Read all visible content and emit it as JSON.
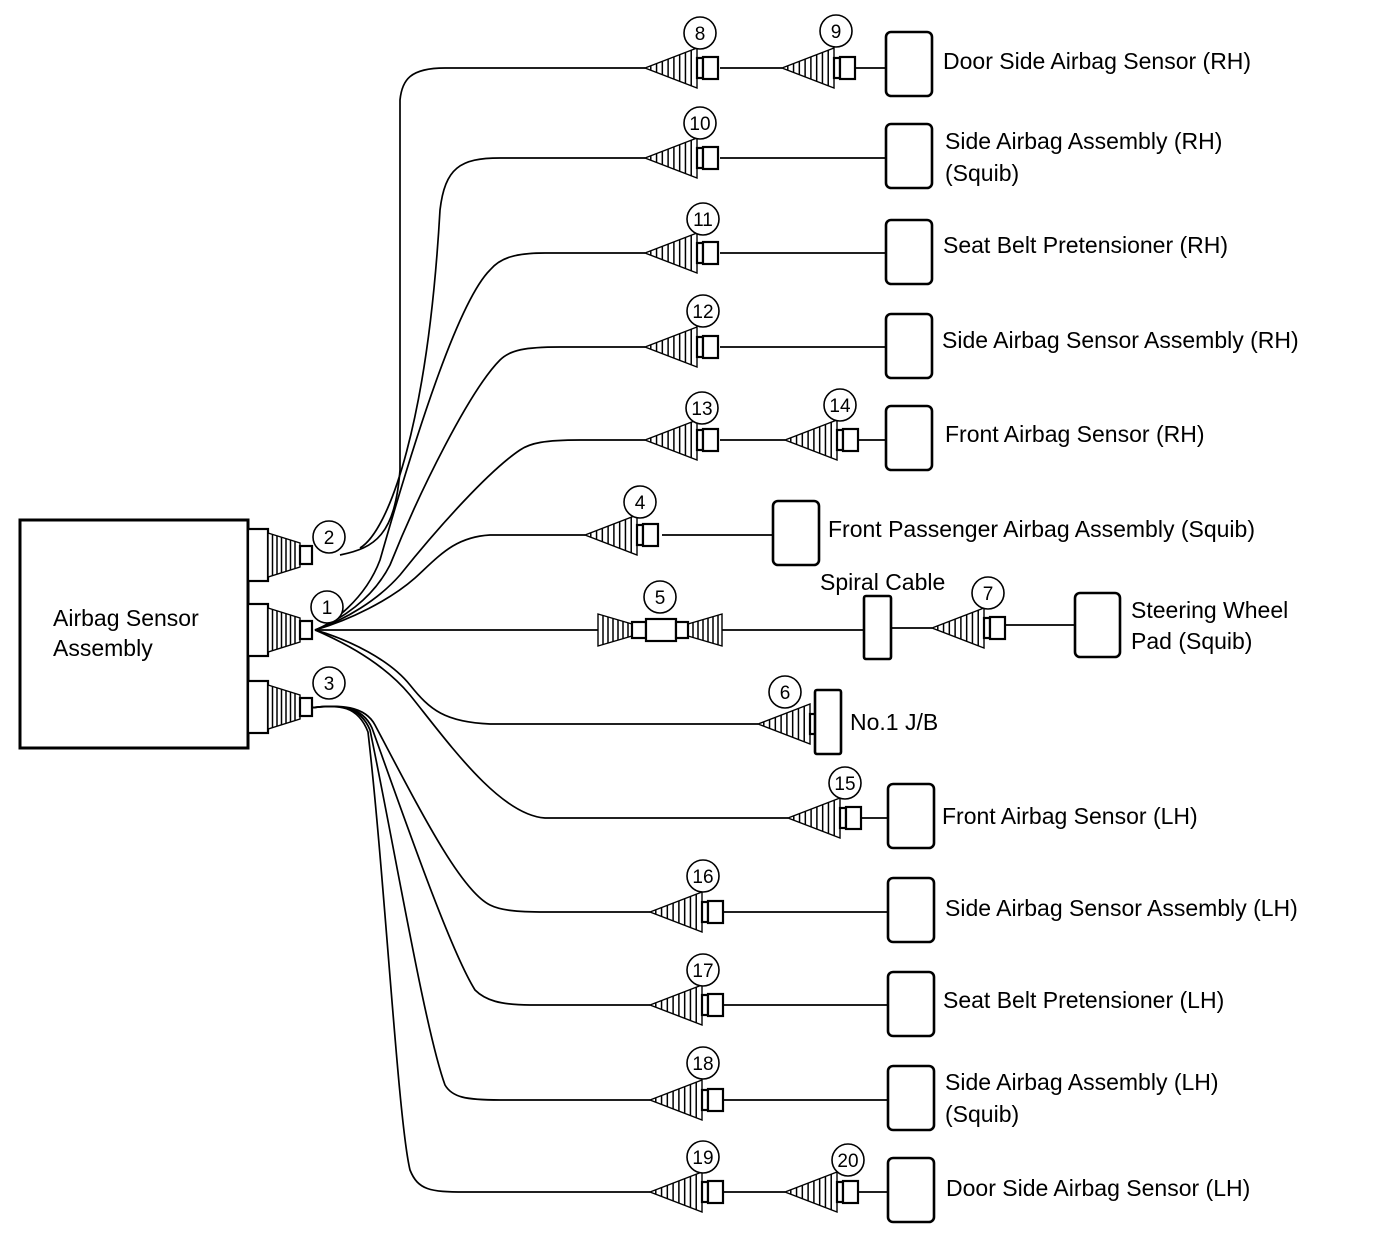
{
  "ecu": {
    "label_line1": "Airbag Sensor",
    "label_line2": "Assembly"
  },
  "port_numbers": {
    "p1": "1",
    "p2": "2",
    "p3": "3"
  },
  "connectors": {
    "c4": "4",
    "c5": "5",
    "c6": "6",
    "c7": "7",
    "c8": "8",
    "c9": "9",
    "c10": "10",
    "c11": "11",
    "c12": "12",
    "c13": "13",
    "c14": "14",
    "c15": "15",
    "c16": "16",
    "c17": "17",
    "c18": "18",
    "c19": "19",
    "c20": "20"
  },
  "components": {
    "door_side_rh": "Door Side Airbag Sensor (RH)",
    "side_airbag_rh_line1": "Side Airbag Assembly (RH)",
    "side_airbag_rh_line2": "(Squib)",
    "pretensioner_rh": "Seat Belt Pretensioner (RH)",
    "side_sensor_rh": "Side Airbag Sensor Assembly (RH)",
    "front_sensor_rh": "Front Airbag Sensor (RH)",
    "passenger_airbag": "Front Passenger Airbag Assembly (Squib)",
    "spiral_cable": "Spiral Cable",
    "steering_line1": "Steering Wheel",
    "steering_line2": "Pad (Squib)",
    "jb": "No.1 J/B",
    "front_sensor_lh": "Front Airbag Sensor (LH)",
    "side_sensor_lh": "Side Airbag Sensor Assembly (LH)",
    "pretensioner_lh": "Seat Belt Pretensioner (LH)",
    "side_airbag_lh_line1": "Side Airbag Assembly (LH)",
    "side_airbag_lh_line2": "(Squib)",
    "door_side_lh": "Door Side Airbag Sensor (LH)"
  }
}
